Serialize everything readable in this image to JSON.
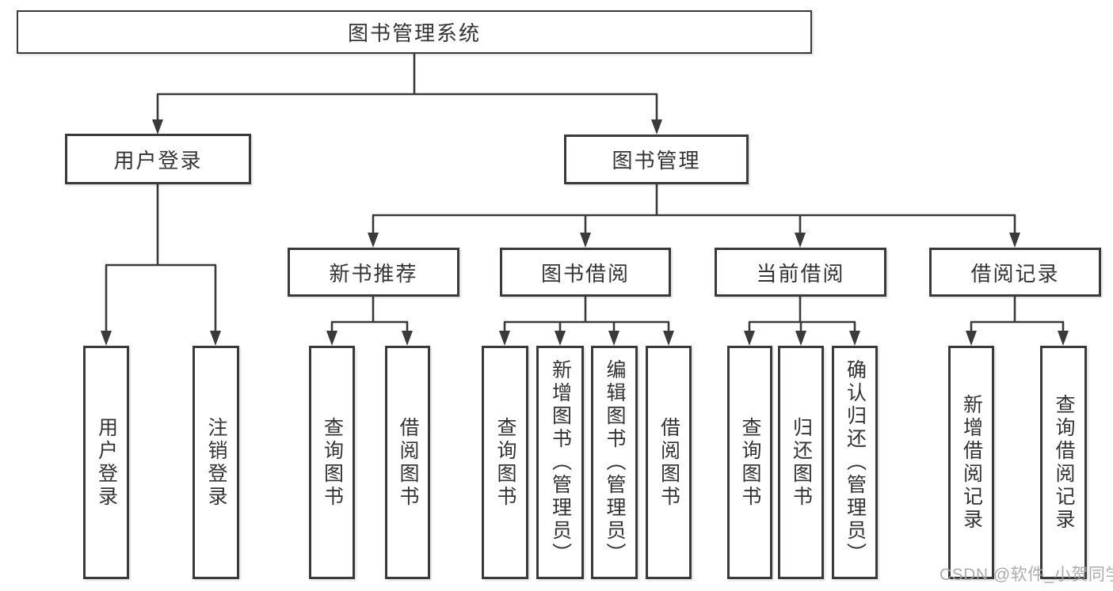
{
  "diagram": {
    "root_label": "图书管理系统",
    "branches": [
      {
        "label": "用户登录",
        "leaves": [
          "用户登录",
          "注销登录"
        ]
      },
      {
        "label": "图书管理",
        "sections": [
          {
            "label": "新书推荐",
            "leaves": [
              "查询图书",
              "借阅图书"
            ]
          },
          {
            "label": "图书借阅",
            "leaves": [
              "查询图书",
              "新增图书（管理员）",
              "编辑图书（管理员）",
              "借阅图书"
            ]
          },
          {
            "label": "当前借阅",
            "leaves": [
              "查询图书",
              "归还图书",
              "确认归还（管理员）"
            ]
          },
          {
            "label": "借阅记录",
            "leaves": [
              "新增借阅记录",
              "查询借阅记录"
            ]
          }
        ]
      }
    ]
  },
  "watermark": {
    "text": "CSDN @软件_小贺同学"
  },
  "colors": {
    "line": "#3a3a3a",
    "text": "#333333",
    "watermark": "#a6a6a6",
    "background": "#ffffff"
  }
}
